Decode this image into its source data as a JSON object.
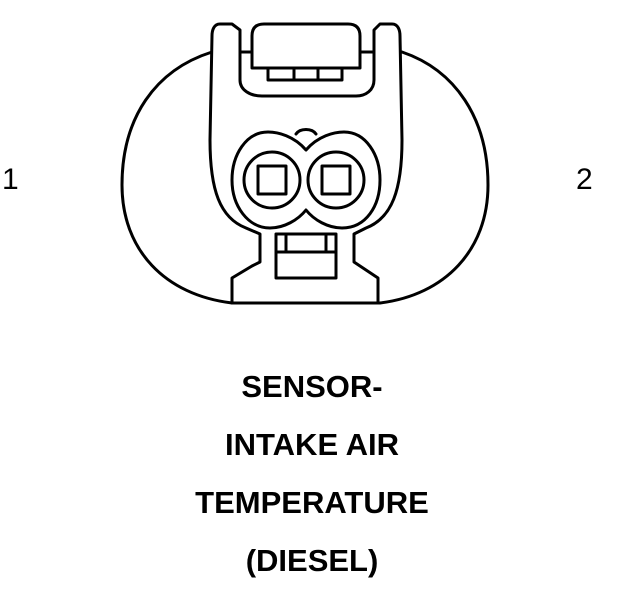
{
  "pins": {
    "left_label": "1",
    "right_label": "2"
  },
  "caption": {
    "lines": [
      "SENSOR-",
      "INTAKE AIR",
      "TEMPERATURE",
      "(DIESEL)"
    ]
  },
  "colors": {
    "stroke": "#000000",
    "background": "#ffffff"
  }
}
